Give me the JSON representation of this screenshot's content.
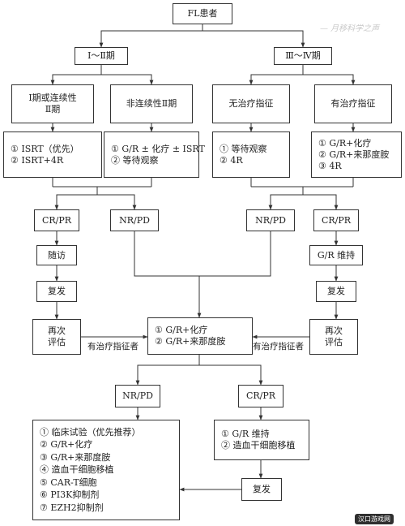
{
  "nodes": {
    "fl_patient": "FL患者",
    "stage_1_2": "Ⅰ～Ⅱ期",
    "stage_3_4": "Ⅲ～Ⅳ期",
    "stage1_or_contiguous_2": [
      "Ⅰ期或连续性",
      "Ⅱ期"
    ],
    "noncontiguous_2": "非连续性Ⅱ期",
    "no_indication": "无治疗指征",
    "has_indication": "有治疗指征",
    "tx_a": [
      "① ISRT（优先）",
      "② ISRT+4R"
    ],
    "tx_b": [
      "① G/R ± 化疗 ± ISRT",
      "② 等待观察"
    ],
    "tx_c": [
      "① 等待观察",
      "② 4R"
    ],
    "tx_d": [
      "① G/R+化疗",
      "② G/R+来那度胺",
      "③ 4R"
    ],
    "crpr_left": "CR/PR",
    "nrpd_left": "NR/PD",
    "nrpd_right": "NR/PD",
    "crpr_right": "CR/PR",
    "followup": "随访",
    "maintenance": "G/R 维持",
    "relapse_left": "复发",
    "relapse_right": "复发",
    "reassess_left": [
      "再次",
      "评估"
    ],
    "reassess_right": [
      "再次",
      "评估"
    ],
    "center_tx": [
      "① G/R+化疗",
      "② G/R+来那度胺"
    ],
    "nrpd_bottom": "NR/PD",
    "crpr_bottom": "CR/PR",
    "second_line": [
      "① 临床试验（优先推荐）",
      "② G/R+化疗",
      "③ G/R+来那度胺",
      "④ 造血干细胞移植",
      "⑤ CAR-T细胞",
      "⑥ PI3K抑制剂",
      "⑦ EZH2抑制剂"
    ],
    "consolidation": [
      "① G/R 维持",
      "② 造血干细胞移植"
    ],
    "relapse_bottom": "复发"
  },
  "labels": {
    "indication_left": "有治疗指征者",
    "indication_right": "有治疗指征者"
  },
  "watermark": "— 月移科学之声",
  "badge": "汉口游戏网",
  "colors": {
    "line": "#333333",
    "bg": "#ffffff"
  }
}
